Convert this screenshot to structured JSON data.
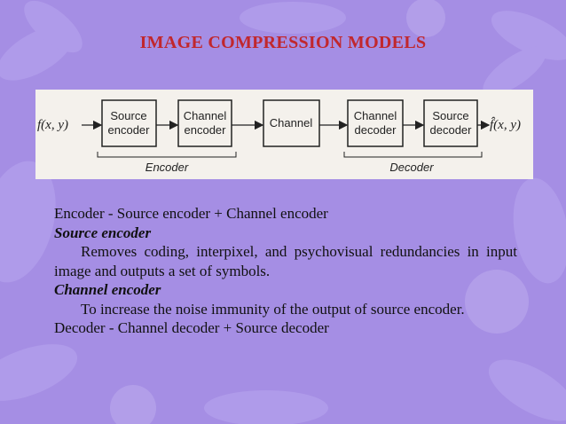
{
  "slide": {
    "title": "IMAGE COMPRESSION MODELS"
  },
  "diagram": {
    "input_label": "f(x, y)",
    "output_label": "f̂(x, y)",
    "blocks": [
      {
        "line1": "Source",
        "line2": "encoder"
      },
      {
        "line1": "Channel",
        "line2": "encoder"
      },
      {
        "line1": "Channel",
        "line2": ""
      },
      {
        "line1": "Channel",
        "line2": "decoder"
      },
      {
        "line1": "Source",
        "line2": "decoder"
      }
    ],
    "encoder_label": "Encoder",
    "decoder_label": "Decoder"
  },
  "content": {
    "line1": "Encoder - Source encoder + Channel encoder",
    "source_encoder_heading": "Source encoder",
    "source_encoder_text": "Removes coding, interpixel, and psychovisual redundancies in input image and outputs a set of symbols.",
    "channel_encoder_heading": "Channel encoder",
    "channel_encoder_text": "To increase the noise immunity of the output of source encoder.",
    "last_line": "Decoder - Channel decoder + Source decoder"
  },
  "colors": {
    "background": "#a58ee4",
    "title": "#c1272d",
    "diagram_panel": "#f4f1ec"
  }
}
